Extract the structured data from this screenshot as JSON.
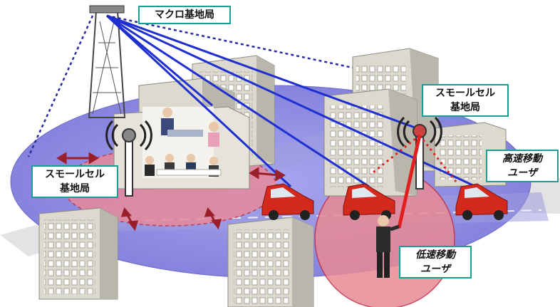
{
  "labels": {
    "macro_bs": "マクロ基地局",
    "small_cell_left_line1": "スモールセル",
    "small_cell_left_line2": "基地局",
    "small_cell_right_line1": "スモールセル",
    "small_cell_right_line2": "基地局",
    "high_speed_user_line1": "高速移動",
    "high_speed_user_line2": "ユーザ",
    "low_speed_user_line1": "低速移動",
    "low_speed_user_line2": "ユーザ"
  },
  "colors": {
    "macro_area": "#8f8de0",
    "small_cell_area": "#e88a9a",
    "link_macro": "#1f2fd0",
    "link_small": "#e02020",
    "label_border": "#1a9d92",
    "building": "#dcd9cf",
    "car": "#d42a1e"
  }
}
